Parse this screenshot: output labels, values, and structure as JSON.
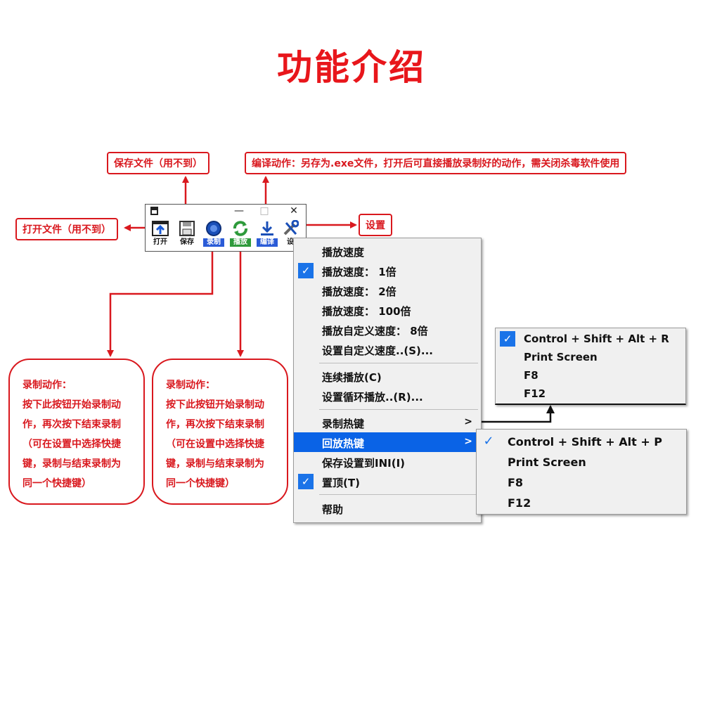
{
  "title": "功能介绍",
  "callouts": {
    "save": "保存文件（用不到）",
    "open": "打开文件（用不到）",
    "compile": "编译动作：另存为.exe文件，打开后可直接播放录制好的动作，需关闭杀毒软件使用",
    "settings": "设置"
  },
  "window": {
    "minimize": "—",
    "maximize": "□",
    "close": "✕",
    "toolbar": [
      {
        "label": "打开",
        "icon": "open-icon"
      },
      {
        "label": "保存",
        "icon": "save-icon"
      },
      {
        "label": "录制",
        "icon": "record-icon"
      },
      {
        "label": "播放",
        "icon": "play-icon"
      },
      {
        "label": "编译",
        "icon": "compile-icon"
      },
      {
        "label": "设",
        "icon": "settings-icon"
      }
    ]
  },
  "bubbles": {
    "record": {
      "title": "录制动作：",
      "lines": [
        "按下此按钮开始录制动",
        "作，再次按下结束录制",
        "（可在设置中选择快捷",
        "键，录制与结束录制为",
        "同一个快捷键）"
      ]
    },
    "play": {
      "title": "录制动作：",
      "lines": [
        "按下此按钮开始录制动",
        "作，再次按下结束录制",
        "（可在设置中选择快捷",
        "键，录制与结束录制为",
        "同一个快捷键）"
      ]
    }
  },
  "menu": {
    "items": [
      {
        "label": "播放速度",
        "checked": false
      },
      {
        "label": "播放速度：  1倍",
        "checked": true
      },
      {
        "label": "播放速度：  2倍",
        "checked": false
      },
      {
        "label": "播放速度：  100倍",
        "checked": false
      },
      {
        "label": "播放自定义速度：  8倍",
        "checked": false
      },
      {
        "label": "设置自定义速度..(S)...",
        "checked": false
      },
      {
        "label": "连续播放(C)",
        "checked": false
      },
      {
        "label": "设置循环播放..(R)...",
        "checked": false
      },
      {
        "label": "录制热键",
        "checked": false,
        "submenu": true
      },
      {
        "label": "回放热键",
        "checked": false,
        "submenu": true,
        "highlighted": true
      },
      {
        "label": "保存设置到INI(I)",
        "checked": false
      },
      {
        "label": "置顶(T)",
        "checked": true
      },
      {
        "label": "帮助",
        "checked": false
      }
    ],
    "submenu_arrow": ">",
    "check_mark": "✓"
  },
  "record_hotkeys": [
    "Control + Shift + Alt + R",
    "Print Screen",
    "F8",
    "F12"
  ],
  "playback_hotkeys": [
    "Control + Shift + Alt + P",
    "Print Screen",
    "F8",
    "F12"
  ],
  "colors": {
    "accent_red": "#d9181e",
    "title_red": "#e8161b",
    "highlight_blue": "#0a63e6",
    "check_blue": "#1a73e8"
  }
}
